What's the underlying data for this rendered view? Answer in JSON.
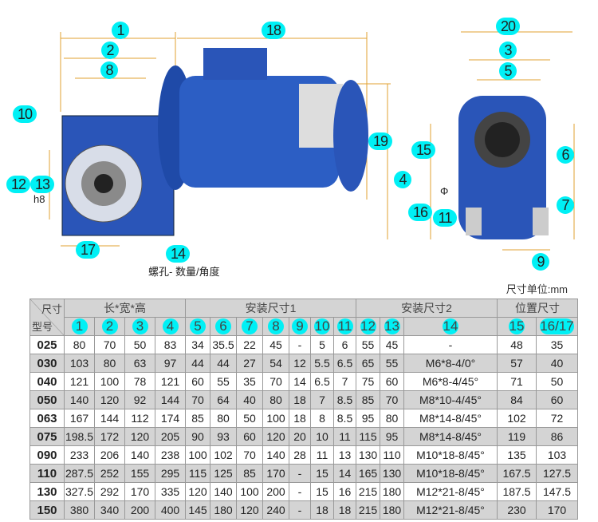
{
  "diagram": {
    "labels": {
      "l1": "1",
      "l2": "2",
      "l8": "8",
      "l10": "10",
      "l12": "12",
      "l13": "13",
      "h8": "h8",
      "l17": "17",
      "l14": "14",
      "l18": "18",
      "l19": "19",
      "l4": "4",
      "l20": "20",
      "l3": "3",
      "l5": "5",
      "l15": "15",
      "l6": "6",
      "phi": "Φ",
      "l11": "11",
      "l16": "16",
      "l7": "7",
      "l9": "9"
    },
    "hole_note": "螺孔- 数量/角度"
  },
  "unit_note": "尺寸单位:mm",
  "table": {
    "corner_top": "尺寸",
    "corner_bottom": "型号",
    "groups": [
      "长*宽*高",
      "安装尺寸1",
      "安装尺寸2",
      "位置尺寸"
    ],
    "cols": [
      "1",
      "2",
      "3",
      "4",
      "5",
      "6",
      "7",
      "8",
      "9",
      "10",
      "11",
      "12",
      "13",
      "14",
      "15",
      "16/17"
    ],
    "rows": [
      [
        "025",
        "80",
        "70",
        "50",
        "83",
        "34",
        "35.5",
        "22",
        "45",
        "-",
        "5",
        "6",
        "55",
        "45",
        "-",
        "48",
        "35"
      ],
      [
        "030",
        "103",
        "80",
        "63",
        "97",
        "44",
        "44",
        "27",
        "54",
        "12",
        "5.5",
        "6.5",
        "65",
        "55",
        "M6*8-4/0°",
        "57",
        "40"
      ],
      [
        "040",
        "121",
        "100",
        "78",
        "121",
        "60",
        "55",
        "35",
        "70",
        "14",
        "6.5",
        "7",
        "75",
        "60",
        "M6*8-4/45°",
        "71",
        "50"
      ],
      [
        "050",
        "140",
        "120",
        "92",
        "144",
        "70",
        "64",
        "40",
        "80",
        "18",
        "7",
        "8.5",
        "85",
        "70",
        "M8*10-4/45°",
        "84",
        "60"
      ],
      [
        "063",
        "167",
        "144",
        "112",
        "174",
        "85",
        "80",
        "50",
        "100",
        "18",
        "8",
        "8.5",
        "95",
        "80",
        "M8*14-8/45°",
        "102",
        "72"
      ],
      [
        "075",
        "198.5",
        "172",
        "120",
        "205",
        "90",
        "93",
        "60",
        "120",
        "20",
        "10",
        "11",
        "115",
        "95",
        "M8*14-8/45°",
        "119",
        "86"
      ],
      [
        "090",
        "233",
        "206",
        "140",
        "238",
        "100",
        "102",
        "70",
        "140",
        "28",
        "11",
        "13",
        "130",
        "110",
        "M10*18-8/45°",
        "135",
        "103"
      ],
      [
        "110",
        "287.5",
        "252",
        "155",
        "295",
        "115",
        "125",
        "85",
        "170",
        "-",
        "15",
        "14",
        "165",
        "130",
        "M10*18-8/45°",
        "167.5",
        "127.5"
      ],
      [
        "130",
        "327.5",
        "292",
        "170",
        "335",
        "120",
        "140",
        "100",
        "200",
        "-",
        "15",
        "16",
        "215",
        "180",
        "M12*21-8/45°",
        "187.5",
        "147.5"
      ],
      [
        "150",
        "380",
        "340",
        "200",
        "400",
        "145",
        "180",
        "120",
        "240",
        "-",
        "18",
        "18",
        "215",
        "180",
        "M12*21-8/45°",
        "230",
        "170"
      ]
    ]
  }
}
